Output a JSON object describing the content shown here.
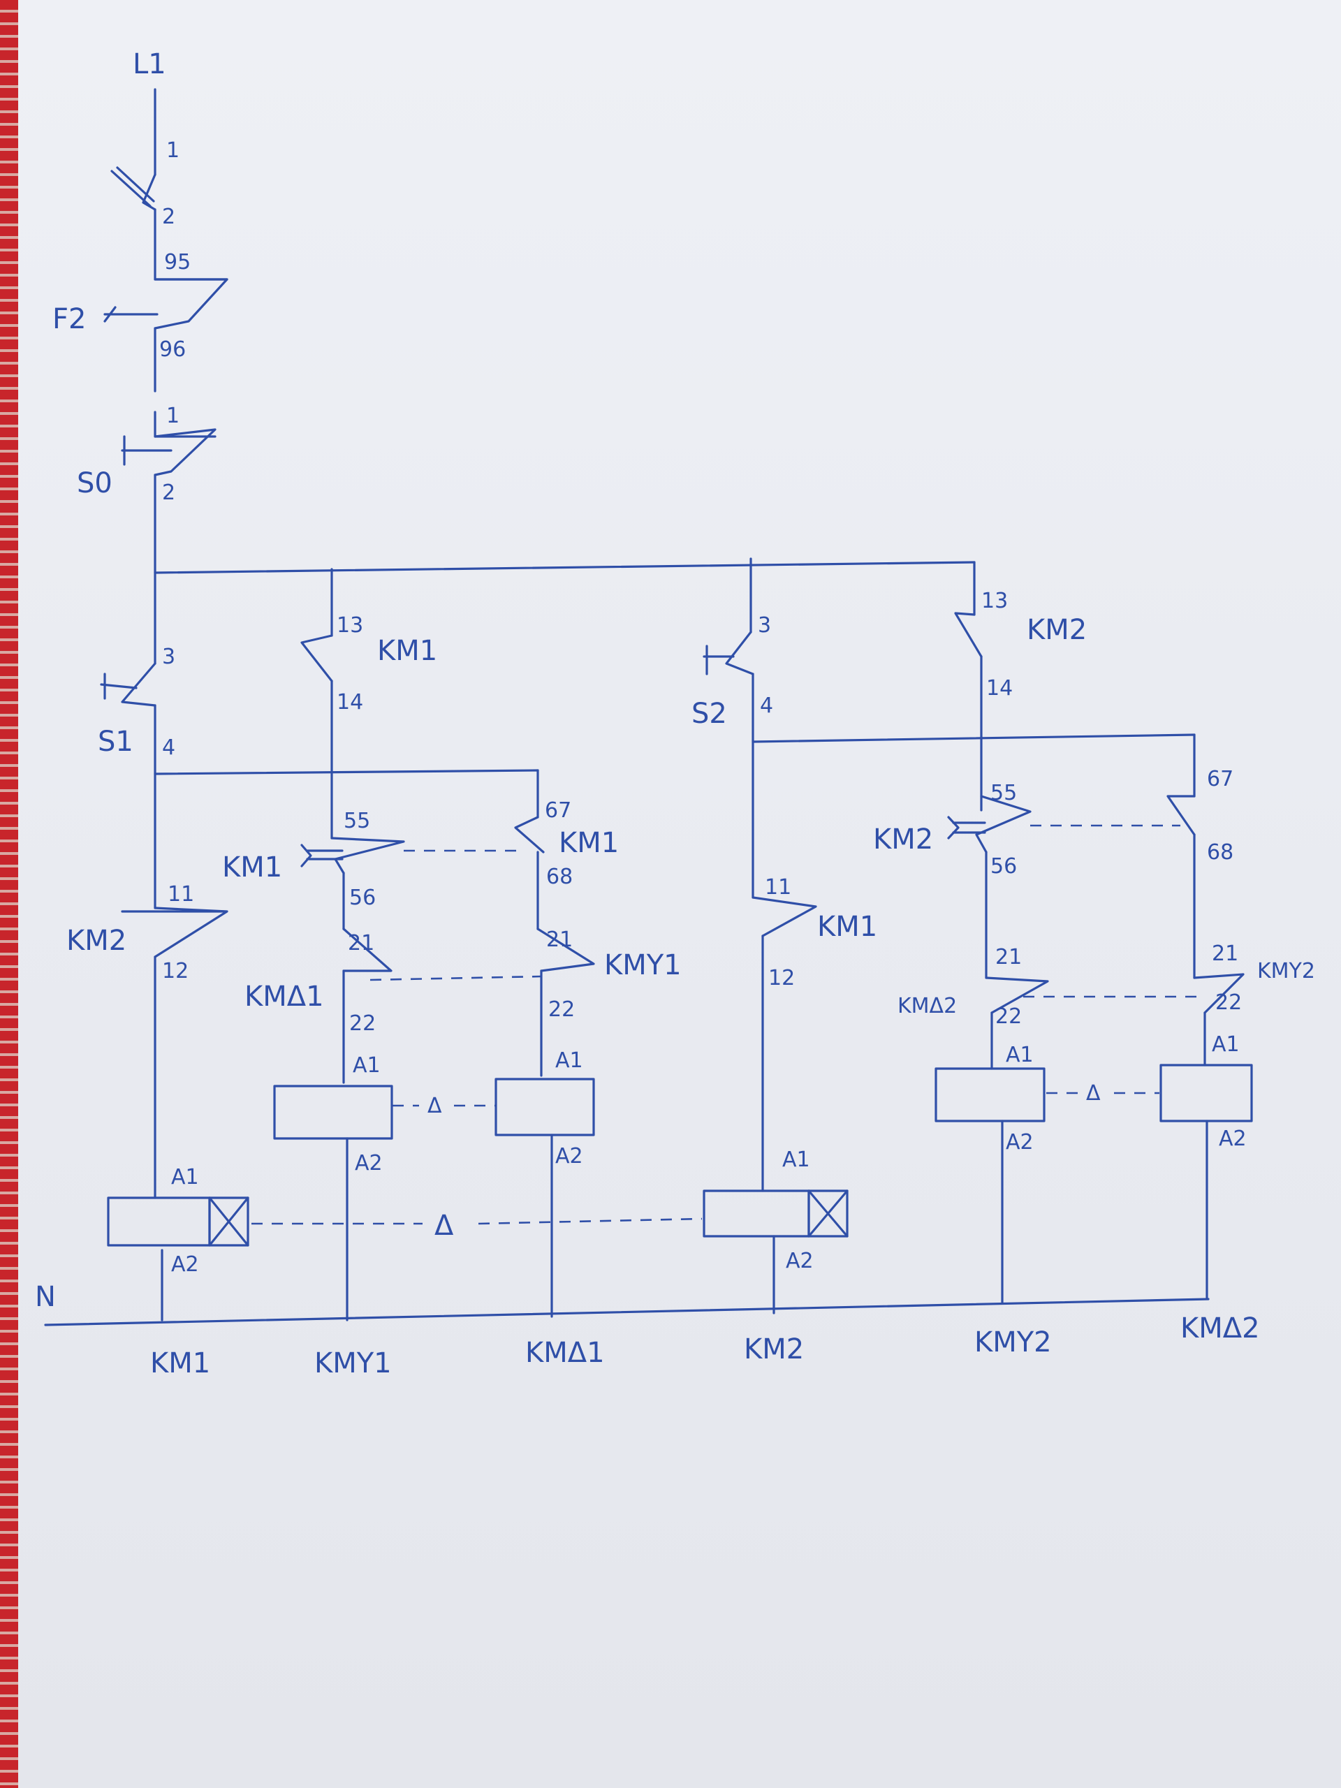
{
  "labels": {
    "L1": "L1",
    "q_top": "1",
    "q_bottom": "2",
    "F2": "F2",
    "f2_in": "95",
    "f2_out": "96",
    "S0": "S0",
    "s0_in": "1",
    "s0_out": "2",
    "S1": "S1",
    "s1_in": "3",
    "s1_out": "4",
    "km1_hold_in": "13",
    "km1_hold_out": "14",
    "km1_hold_name": "KM1",
    "km2_nc_in": "11",
    "km2_nc_out": "12",
    "km2_nc_name": "KM2",
    "km1_t_name": "KM1",
    "km1_t_nc_in": "55",
    "km1_t_nc_out": "56",
    "km1_t_no_in": "67",
    "km1_t_no_out": "68",
    "km1_t2_name": "KM1",
    "kmd1_nc_name": "KMΔ1",
    "kmd1_nc_in": "21",
    "kmd1_nc_out": "22",
    "kmy1_nc_name": "KMY1",
    "kmy1_nc_in": "21",
    "kmy1_nc_out": "22",
    "kmy1_a1": "A1",
    "kmy1_a2": "A2",
    "kmd1_a1": "A1",
    "kmd1_a2": "A2",
    "km1_a1": "A1",
    "km1_a2": "A2",
    "delta": "Δ",
    "S2": "S2",
    "s2_in": "3",
    "s2_out": "4",
    "km1_nc_name": "KM1",
    "km1_nc_in": "11",
    "km1_nc_out": "12",
    "km2_a1": "A1",
    "km2_a2": "A2",
    "km2_hold_name": "KM2",
    "km2_hold_in": "13",
    "km2_hold_out": "14",
    "km2_t_name": "KM2",
    "km2_t_nc_in": "55",
    "km2_t_nc_out": "56",
    "km2_t_no_in": "67",
    "km2_t_no_out": "68",
    "kmd2_nc_name": "KMΔ2",
    "kmd2_nc_in": "21",
    "kmd2_nc_out": "22",
    "kmy2_nc_name": "KMY2",
    "kmy2_nc_in": "21",
    "kmy2_nc_out": "22",
    "kmy2_a1": "A1",
    "kmy2_a2": "A2",
    "kmd2_a1": "A1",
    "kmd2_a2": "A2",
    "N": "N"
  },
  "coils": [
    "KM1",
    "KMY1",
    "KMΔ1",
    "KM2",
    "KMY2",
    "KMΔ2"
  ],
  "colors": {
    "ink": "#2f4fa8",
    "paper": "#eceef3",
    "table_edge": "#c8252b"
  }
}
